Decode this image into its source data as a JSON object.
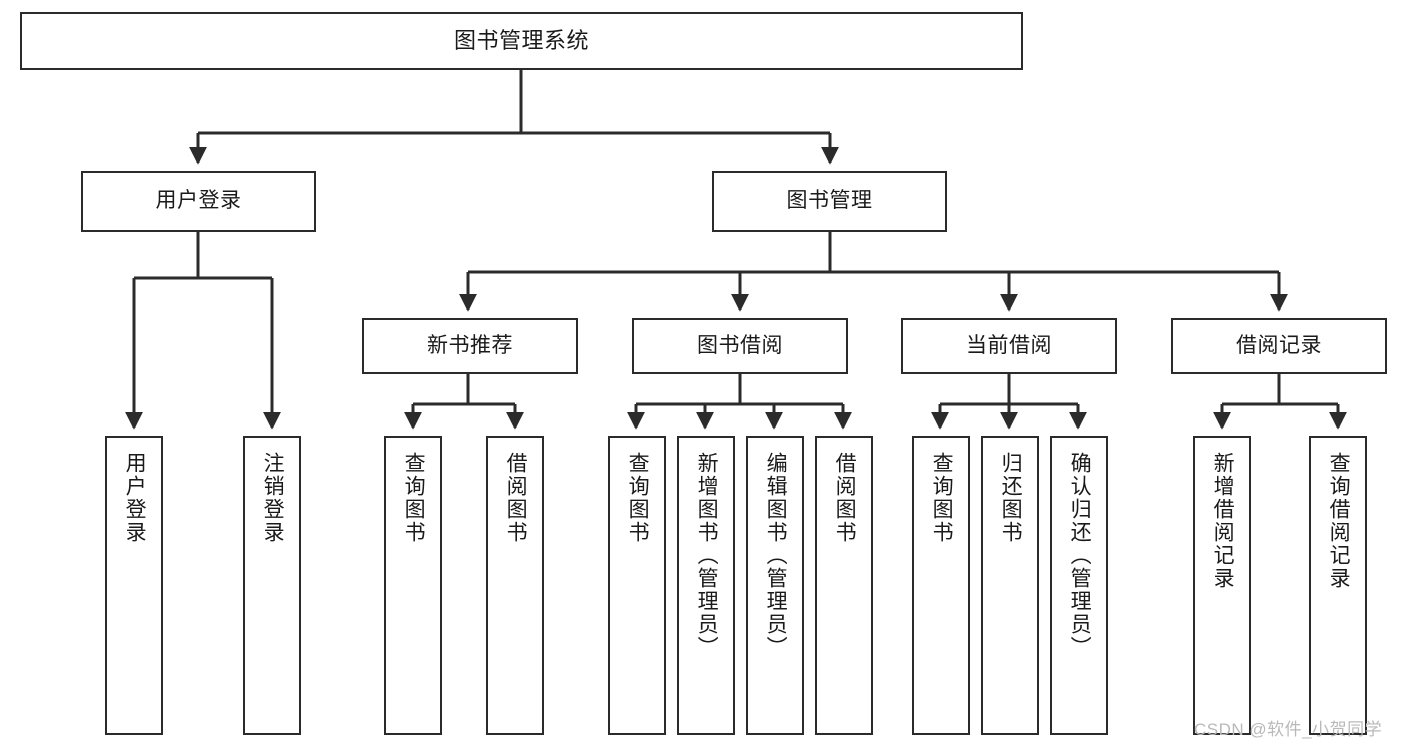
{
  "diagram": {
    "type": "tree-hierarchy",
    "title": "图书管理系统",
    "theme": {
      "background": "#ffffff",
      "node_border": "#2b2b2b",
      "node_fill": "#ffffff",
      "edge_color": "#2b2b2b",
      "text_color": "#1a1a1a",
      "watermark_color": "#b9b9b9"
    },
    "levels": {
      "root": {
        "label": "图书管理系统"
      },
      "level2": [
        {
          "label": "用户登录"
        },
        {
          "label": "图书管理"
        }
      ],
      "level3": [
        {
          "label": "新书推荐"
        },
        {
          "label": "图书借阅"
        },
        {
          "label": "当前借阅"
        },
        {
          "label": "借阅记录"
        }
      ],
      "leaves": [
        {
          "label": "用户登录",
          "parent": "用户登录"
        },
        {
          "label": "注销登录",
          "parent": "用户登录"
        },
        {
          "label": "查询图书",
          "parent": "新书推荐"
        },
        {
          "label": "借阅图书",
          "parent": "新书推荐"
        },
        {
          "label": "查询图书",
          "parent": "图书借阅"
        },
        {
          "label": "新增图书（管理员）",
          "parent": "图书借阅"
        },
        {
          "label": "编辑图书（管理员）",
          "parent": "图书借阅"
        },
        {
          "label": "借阅图书",
          "parent": "图书借阅"
        },
        {
          "label": "查询图书",
          "parent": "当前借阅"
        },
        {
          "label": "归还图书",
          "parent": "当前借阅"
        },
        {
          "label": "确认归还（管理员）",
          "parent": "当前借阅"
        },
        {
          "label": "新增借阅记录",
          "parent": "借阅记录"
        },
        {
          "label": "查询借阅记录",
          "parent": "借阅记录"
        }
      ]
    }
  },
  "watermark": {
    "text": "CSDN @软件_小贺同学"
  }
}
